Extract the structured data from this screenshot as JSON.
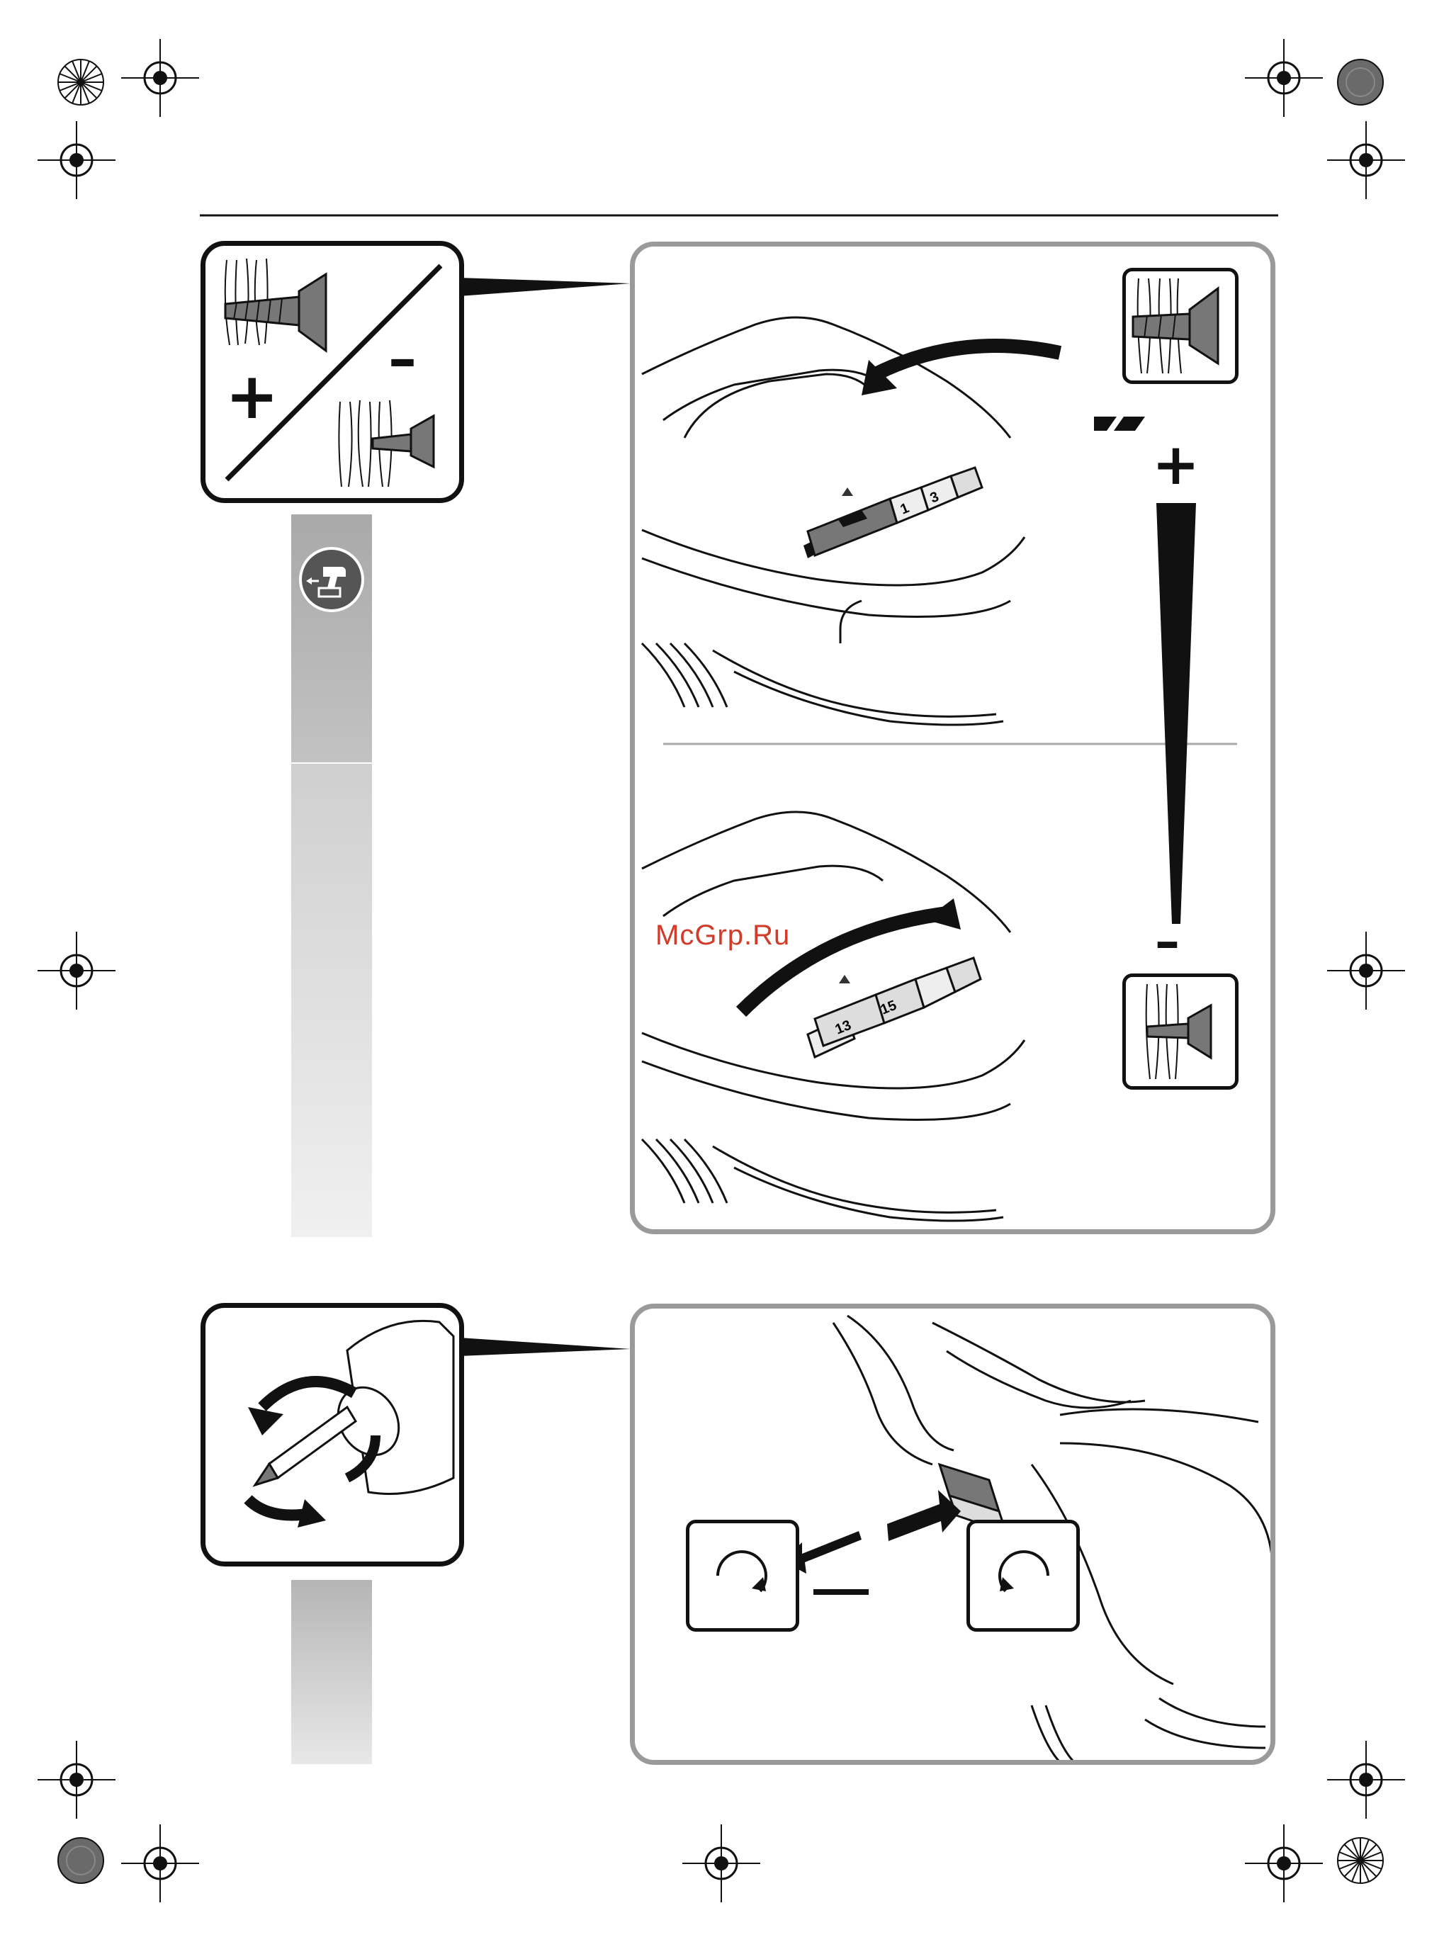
{
  "figure_top": {
    "inset_plus_symbol": "+",
    "inset_minus_symbol": "–",
    "selector_top_digits": [
      "1",
      "3"
    ],
    "selector_bottom_digits": [
      "13",
      "15"
    ],
    "scale_plus_symbol": "+",
    "scale_minus_symbol": "–"
  },
  "watermark": "McGrp.Ru"
}
